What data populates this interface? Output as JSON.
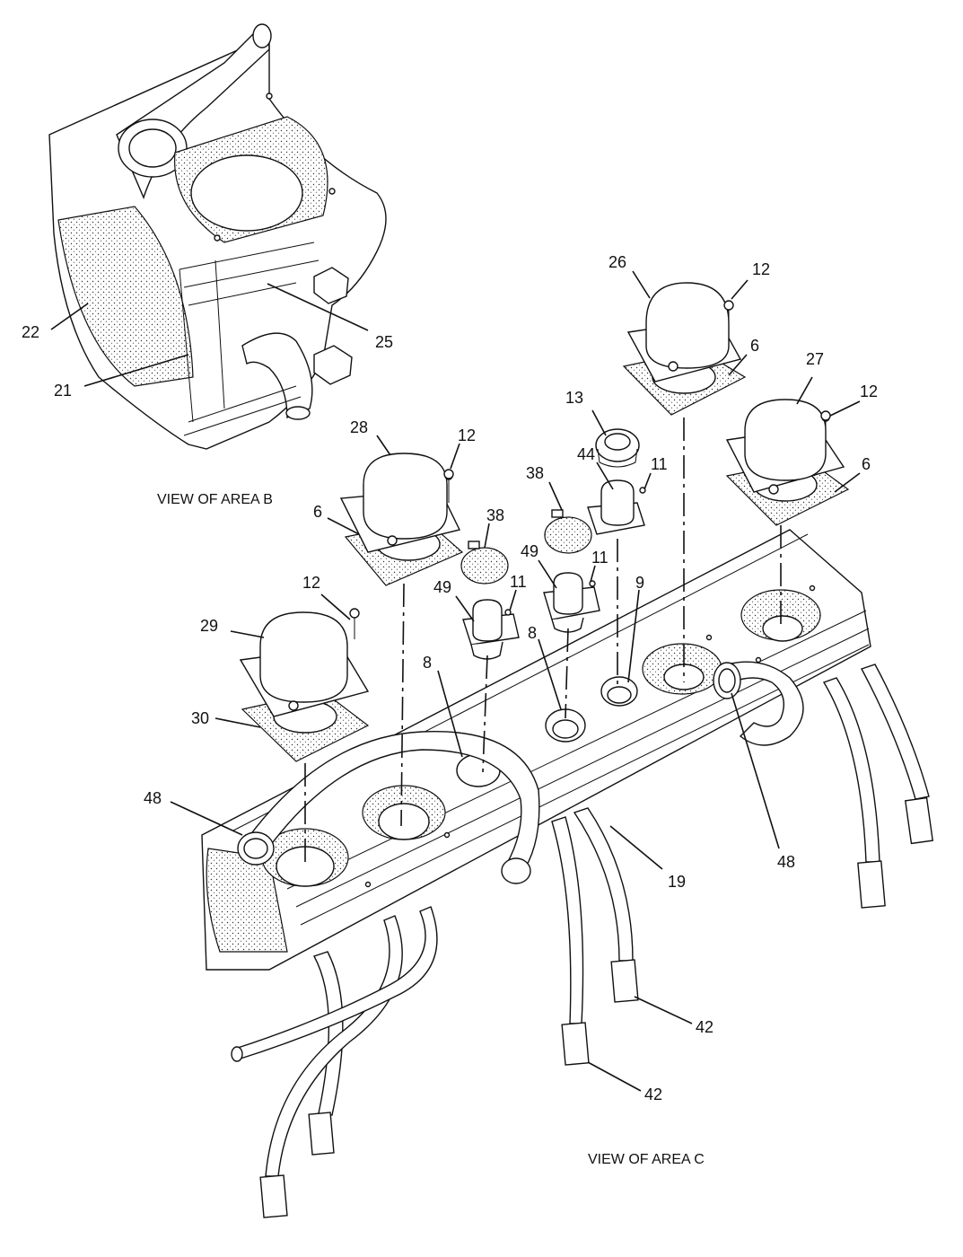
{
  "captions": {
    "area_b": "VIEW OF AREA B",
    "area_c": "VIEW OF AREA C"
  },
  "callouts": {
    "c22": "22",
    "c21": "21",
    "c25": "25",
    "c26": "26",
    "c12a": "12",
    "c6a": "6",
    "c27": "27",
    "c12b": "12",
    "c6b": "6",
    "c13": "13",
    "c44": "44",
    "c11a": "11",
    "c38a": "38",
    "c28": "28",
    "c12c": "12",
    "c6c": "6",
    "c38b": "38",
    "c49a": "49",
    "c11b": "11",
    "c49b": "49",
    "c11c": "11",
    "c9": "9",
    "c8a": "8",
    "c12d": "12",
    "c29": "29",
    "c30": "30",
    "c8b": "8",
    "c48a": "48",
    "c48b": "48",
    "c19": "19",
    "c42a": "42",
    "c42b": "42"
  }
}
